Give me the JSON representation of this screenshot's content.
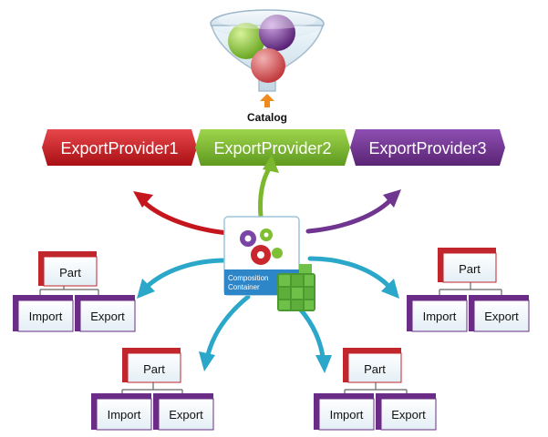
{
  "catalog": {
    "label": "Catalog"
  },
  "providers": [
    {
      "label": "ExportProvider1",
      "color": "#c4161c"
    },
    {
      "label": "ExportProvider2",
      "color": "#7cb82f"
    },
    {
      "label": "ExportProvider3",
      "color": "#6f3591"
    }
  ],
  "container": {
    "line1": "Composition",
    "line2": "Container"
  },
  "parts": [
    {
      "part": "Part",
      "import": "Import",
      "export": "Export"
    },
    {
      "part": "Part",
      "import": "Import",
      "export": "Export"
    },
    {
      "part": "Part",
      "import": "Import",
      "export": "Export"
    },
    {
      "part": "Part",
      "import": "Import",
      "export": "Export"
    }
  ],
  "colors": {
    "part_red": "#c0262c",
    "child_purple": "#6a2c86",
    "arrow_cyan": "#2aa7c9",
    "arrow_orange": "#f08a1c"
  }
}
